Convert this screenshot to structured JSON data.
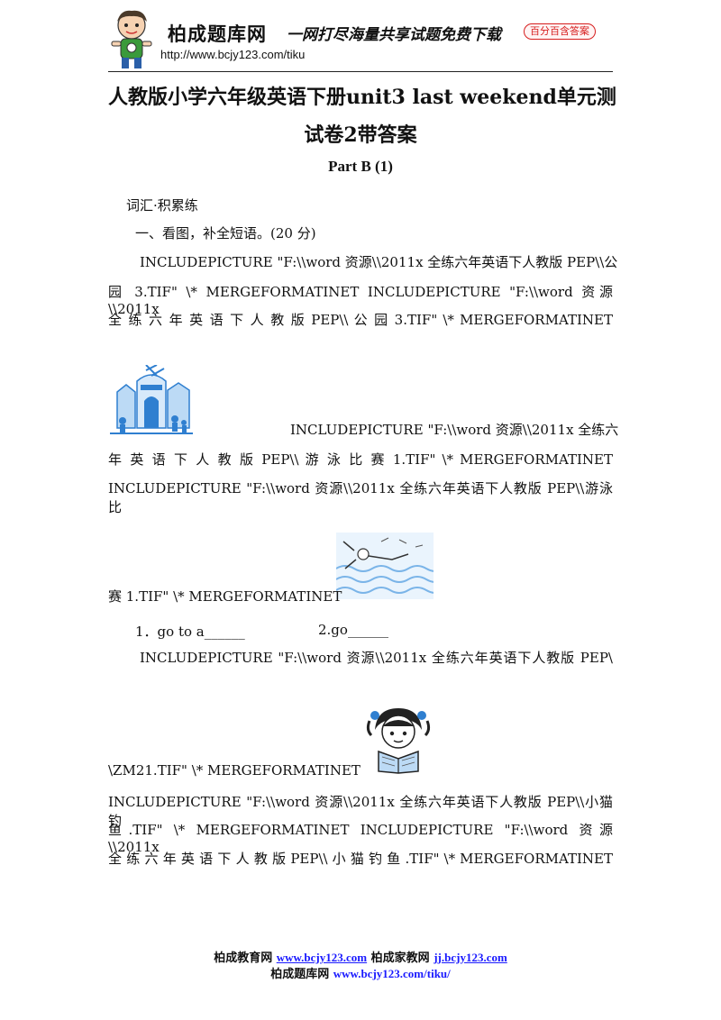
{
  "header": {
    "brand": "柏成题库网",
    "slogan": "一网打尽海量共享试题免费下载",
    "badge": "百分百含答案",
    "url": "http://www.bcjy123.com/tiku"
  },
  "title": {
    "line1": "人教版小学六年级英语下册unit3 last weekend单元测",
    "line2": "试卷2带答案",
    "subtitle": "Part B (1)"
  },
  "body": {
    "section_label": "词汇·积累练",
    "question1": "一、看图，补全短语。(20 分)",
    "p1": [
      "INCLUDEPICTURE \"F:\\\\word 资源\\\\2011x 全练六年英语下人教版 PEP\\\\公",
      "园 3.TIF\" \\* MERGEFORMATINET INCLUDEPICTURE \"F:\\\\word 资源\\\\2011x",
      "全 练 六 年 英 语 下 人 教 版 PEP\\\\ 公 园 3.TIF\" \\* MERGEFORMATINET"
    ],
    "p2": [
      "INCLUDEPICTURE \"F:\\\\word 资源\\\\2011x 全练六",
      "年 英 语 下 人 教 版 PEP\\\\ 游 泳 比 赛 1.TIF\" \\* MERGEFORMATINET",
      "INCLUDEPICTURE \"F:\\\\word 资源\\\\2011x 全练六年英语下人教版 PEP\\\\游泳比",
      "赛 1.TIF\" \\* MERGEFORMATINET"
    ],
    "blank1": "1．go to a______",
    "blank2": "2.go______",
    "p3": [
      "INCLUDEPICTURE \"F:\\\\word 资源\\\\2011x 全练六年英语下人教版 PEP\\",
      "\\ZM21.TIF\" \\* MERGEFORMATINET"
    ],
    "p4": [
      "INCLUDEPICTURE \"F:\\\\word 资源\\\\2011x 全练六年英语下人教版 PEP\\\\小猫钓",
      "鱼.TIF\" \\* MERGEFORMATINET INCLUDEPICTURE \"F:\\\\word 资源\\\\2011x",
      "全 练 六 年 英 语 下 人 教 版 PEP\\\\ 小 猫 钓 鱼 .TIF\" \\* MERGEFORMATINET"
    ]
  },
  "footer": {
    "site1_label": "柏成教育网",
    "site1_url": "www.bcjy123.com",
    "site2_label": "柏成家教网",
    "site2_url": "jj.bcjy123.com",
    "site3_label": "柏成题库网",
    "site3_url": "www.bcjy123.com/tiku/"
  },
  "colors": {
    "link": "#1a1aff",
    "badge": "#d61e1e",
    "park": "#2f7fd0",
    "water": "#7ab4e8"
  }
}
